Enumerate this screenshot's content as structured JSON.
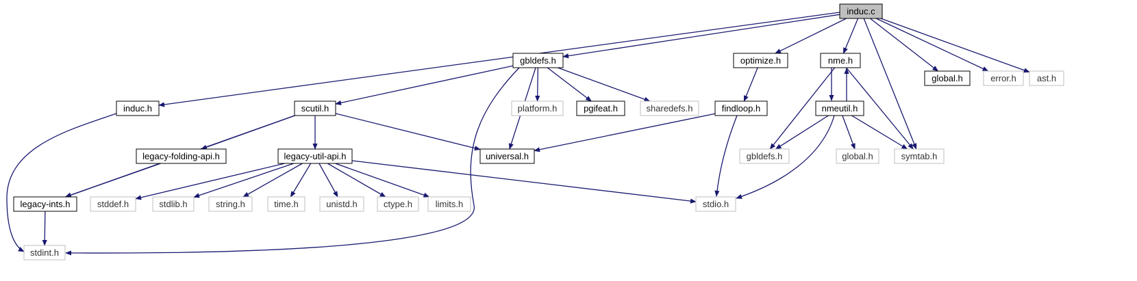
{
  "diagram": {
    "type": "include-dependency-graph",
    "colors": {
      "edge": "#191970",
      "root_fill": "#bfbfbf",
      "documented_border": "#000000",
      "external_border": "#bfbfbf",
      "text": "#000000",
      "external_text": "#333333"
    },
    "nodes": [
      {
        "id": "induc_c",
        "label": "induc.c",
        "kind": "root"
      },
      {
        "id": "gbldefs_h",
        "label": "gbldefs.h",
        "kind": "documented"
      },
      {
        "id": "optimize_h",
        "label": "optimize.h",
        "kind": "documented"
      },
      {
        "id": "nme_h",
        "label": "nme.h",
        "kind": "documented"
      },
      {
        "id": "global_h",
        "label": "global.h",
        "kind": "documented"
      },
      {
        "id": "error_h",
        "label": "error.h",
        "kind": "external"
      },
      {
        "id": "ast_h",
        "label": "ast.h",
        "kind": "external"
      },
      {
        "id": "induc_h",
        "label": "induc.h",
        "kind": "documented"
      },
      {
        "id": "scutil_h",
        "label": "scutil.h",
        "kind": "documented"
      },
      {
        "id": "platform_h",
        "label": "platform.h",
        "kind": "external"
      },
      {
        "id": "pgifeat_h",
        "label": "pgifeat.h",
        "kind": "documented"
      },
      {
        "id": "sharedefs_h",
        "label": "sharedefs.h",
        "kind": "external"
      },
      {
        "id": "findloop_h",
        "label": "findloop.h",
        "kind": "documented"
      },
      {
        "id": "nmeutil_h",
        "label": "nmeutil.h",
        "kind": "documented"
      },
      {
        "id": "legacy_folding_api_h",
        "label": "legacy-folding-api.h",
        "kind": "documented"
      },
      {
        "id": "legacy_util_api_h",
        "label": "legacy-util-api.h",
        "kind": "documented"
      },
      {
        "id": "universal_h",
        "label": "universal.h",
        "kind": "documented"
      },
      {
        "id": "gbldefs_h_ext",
        "label": "gbldefs.h",
        "kind": "external"
      },
      {
        "id": "global_h_ext",
        "label": "global.h",
        "kind": "external"
      },
      {
        "id": "symtab_h",
        "label": "symtab.h",
        "kind": "external"
      },
      {
        "id": "legacy_ints_h",
        "label": "legacy-ints.h",
        "kind": "documented"
      },
      {
        "id": "stddef_h",
        "label": "stddef.h",
        "kind": "external"
      },
      {
        "id": "stdlib_h",
        "label": "stdlib.h",
        "kind": "external"
      },
      {
        "id": "string_h",
        "label": "string.h",
        "kind": "external"
      },
      {
        "id": "time_h",
        "label": "time.h",
        "kind": "external"
      },
      {
        "id": "unistd_h",
        "label": "unistd.h",
        "kind": "external"
      },
      {
        "id": "ctype_h",
        "label": "ctype.h",
        "kind": "external"
      },
      {
        "id": "limits_h",
        "label": "limits.h",
        "kind": "external"
      },
      {
        "id": "stdio_h",
        "label": "stdio.h",
        "kind": "external"
      },
      {
        "id": "stdint_h",
        "label": "stdint.h",
        "kind": "external"
      }
    ],
    "edges": [
      {
        "from": "induc_c",
        "to": "induc_h"
      },
      {
        "from": "induc_c",
        "to": "gbldefs_h"
      },
      {
        "from": "induc_c",
        "to": "optimize_h"
      },
      {
        "from": "induc_c",
        "to": "nme_h"
      },
      {
        "from": "induc_c",
        "to": "symtab_h"
      },
      {
        "from": "induc_c",
        "to": "global_h"
      },
      {
        "from": "induc_c",
        "to": "error_h"
      },
      {
        "from": "induc_c",
        "to": "ast_h"
      },
      {
        "from": "induc_h",
        "to": "stdint_h"
      },
      {
        "from": "gbldefs_h",
        "to": "scutil_h"
      },
      {
        "from": "gbldefs_h",
        "to": "universal_h"
      },
      {
        "from": "gbldefs_h",
        "to": "platform_h"
      },
      {
        "from": "gbldefs_h",
        "to": "pgifeat_h"
      },
      {
        "from": "gbldefs_h",
        "to": "sharedefs_h"
      },
      {
        "from": "gbldefs_h",
        "to": "stdint_h"
      },
      {
        "from": "optimize_h",
        "to": "findloop_h"
      },
      {
        "from": "findloop_h",
        "to": "universal_h"
      },
      {
        "from": "findloop_h",
        "to": "stdio_h"
      },
      {
        "from": "nme_h",
        "to": "nmeutil_h"
      },
      {
        "from": "nme_h",
        "to": "gbldefs_h_ext"
      },
      {
        "from": "nme_h",
        "to": "symtab_h"
      },
      {
        "from": "nmeutil_h",
        "to": "nme_h"
      },
      {
        "from": "nmeutil_h",
        "to": "gbldefs_h_ext"
      },
      {
        "from": "nmeutil_h",
        "to": "global_h_ext"
      },
      {
        "from": "nmeutil_h",
        "to": "symtab_h"
      },
      {
        "from": "nmeutil_h",
        "to": "stdio_h"
      },
      {
        "from": "scutil_h",
        "to": "legacy_folding_api_h"
      },
      {
        "from": "scutil_h",
        "to": "legacy_util_api_h"
      },
      {
        "from": "scutil_h",
        "to": "universal_h"
      },
      {
        "from": "scutil_h",
        "to": "legacy_ints_h"
      },
      {
        "from": "legacy_folding_api_h",
        "to": "legacy_ints_h"
      },
      {
        "from": "legacy_util_api_h",
        "to": "stddef_h"
      },
      {
        "from": "legacy_util_api_h",
        "to": "stdlib_h"
      },
      {
        "from": "legacy_util_api_h",
        "to": "string_h"
      },
      {
        "from": "legacy_util_api_h",
        "to": "time_h"
      },
      {
        "from": "legacy_util_api_h",
        "to": "unistd_h"
      },
      {
        "from": "legacy_util_api_h",
        "to": "ctype_h"
      },
      {
        "from": "legacy_util_api_h",
        "to": "limits_h"
      },
      {
        "from": "legacy_util_api_h",
        "to": "stdio_h"
      },
      {
        "from": "legacy_ints_h",
        "to": "stdint_h"
      }
    ]
  }
}
